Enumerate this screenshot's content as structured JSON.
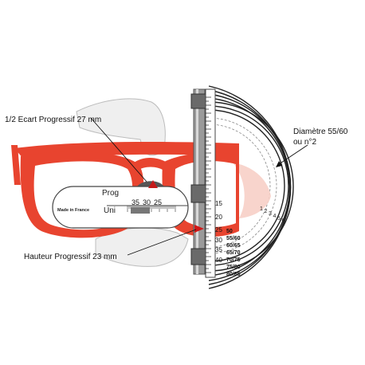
{
  "annotations": {
    "pd_label": "1/2 Ecart Progressif 27 mm",
    "height_label": "Hauteur Progressif 23 mm",
    "diameter_line1": "Diamètre 55/60",
    "diameter_line2": "ou n°2"
  },
  "slider": {
    "prog": "Prog",
    "uni": "Uni",
    "made_in": "Made in France",
    "scale_ticks": [
      "35",
      "30",
      "25"
    ]
  },
  "vertical_scale": {
    "ticks": [
      "15",
      "20",
      "25",
      "30",
      "35",
      "40"
    ]
  },
  "circle_numbers": [
    "1",
    "2",
    "3",
    "4",
    "5",
    "6"
  ],
  "diameter_labels": [
    "50",
    "55/60",
    "60/65",
    "65/70",
    "70/75",
    "75/80",
    "80/85"
  ],
  "colors": {
    "frame_red": "#e8442f",
    "arrow_red": "#d01818",
    "ruler_grey": "#9a9a9a",
    "dark_grey": "#555555",
    "text": "#111111"
  }
}
